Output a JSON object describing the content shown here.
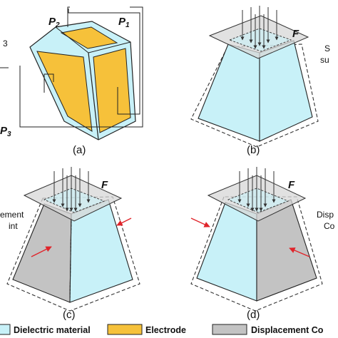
{
  "panels": {
    "a": {
      "caption": "(a)",
      "labels": {
        "p1": "P",
        "p1_sub": "1",
        "p2": "P",
        "p2_sub": "2",
        "p3": "P",
        "p3_sub": "3",
        "edge_num": "3"
      }
    },
    "b": {
      "caption": "(b)",
      "force": "F",
      "side_1": "S",
      "side_2": "su"
    },
    "c": {
      "caption": "(c)",
      "force": "F",
      "side_1": "ement",
      "side_2": "int"
    },
    "d": {
      "caption": "(d)",
      "force": "F",
      "side_1": "Disp",
      "side_2": "Co"
    }
  },
  "legend": {
    "items": [
      {
        "label": "Dielectric material"
      },
      {
        "label": "Electrode"
      },
      {
        "label": "Displacement Co"
      }
    ]
  },
  "colors": {
    "dielectric": "#c8f1f8",
    "electrode": "#f6c13a",
    "constraint": "#c3c3c3",
    "plate": "#d7d7d7",
    "arrow_red": "#e0242a",
    "outline": "#222222"
  }
}
